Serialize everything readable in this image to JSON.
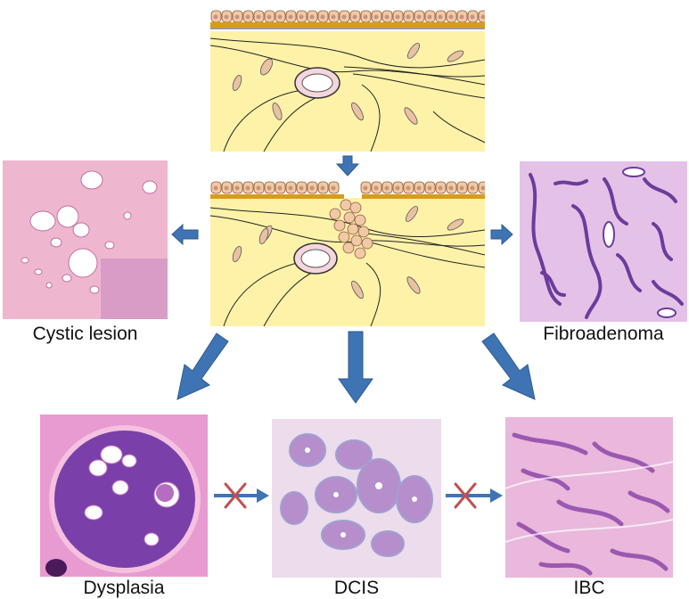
{
  "labels": {
    "cystic_lesion": "Cystic lesion",
    "fibroadenoma": "Fibroadenoma",
    "dysplasia": "Dysplasia",
    "dcis": "DCIS",
    "ibc": "IBC"
  },
  "colors": {
    "stroma_fill": "#fdf2a8",
    "epithelium_cell": "#f2c9a6",
    "basement_band": "#d89c1a",
    "arrow_blue": "#3f74b4",
    "blocked_x": "#c0504d",
    "he_pink": "#f0b6d6",
    "he_purple": "#6b3c9c"
  }
}
